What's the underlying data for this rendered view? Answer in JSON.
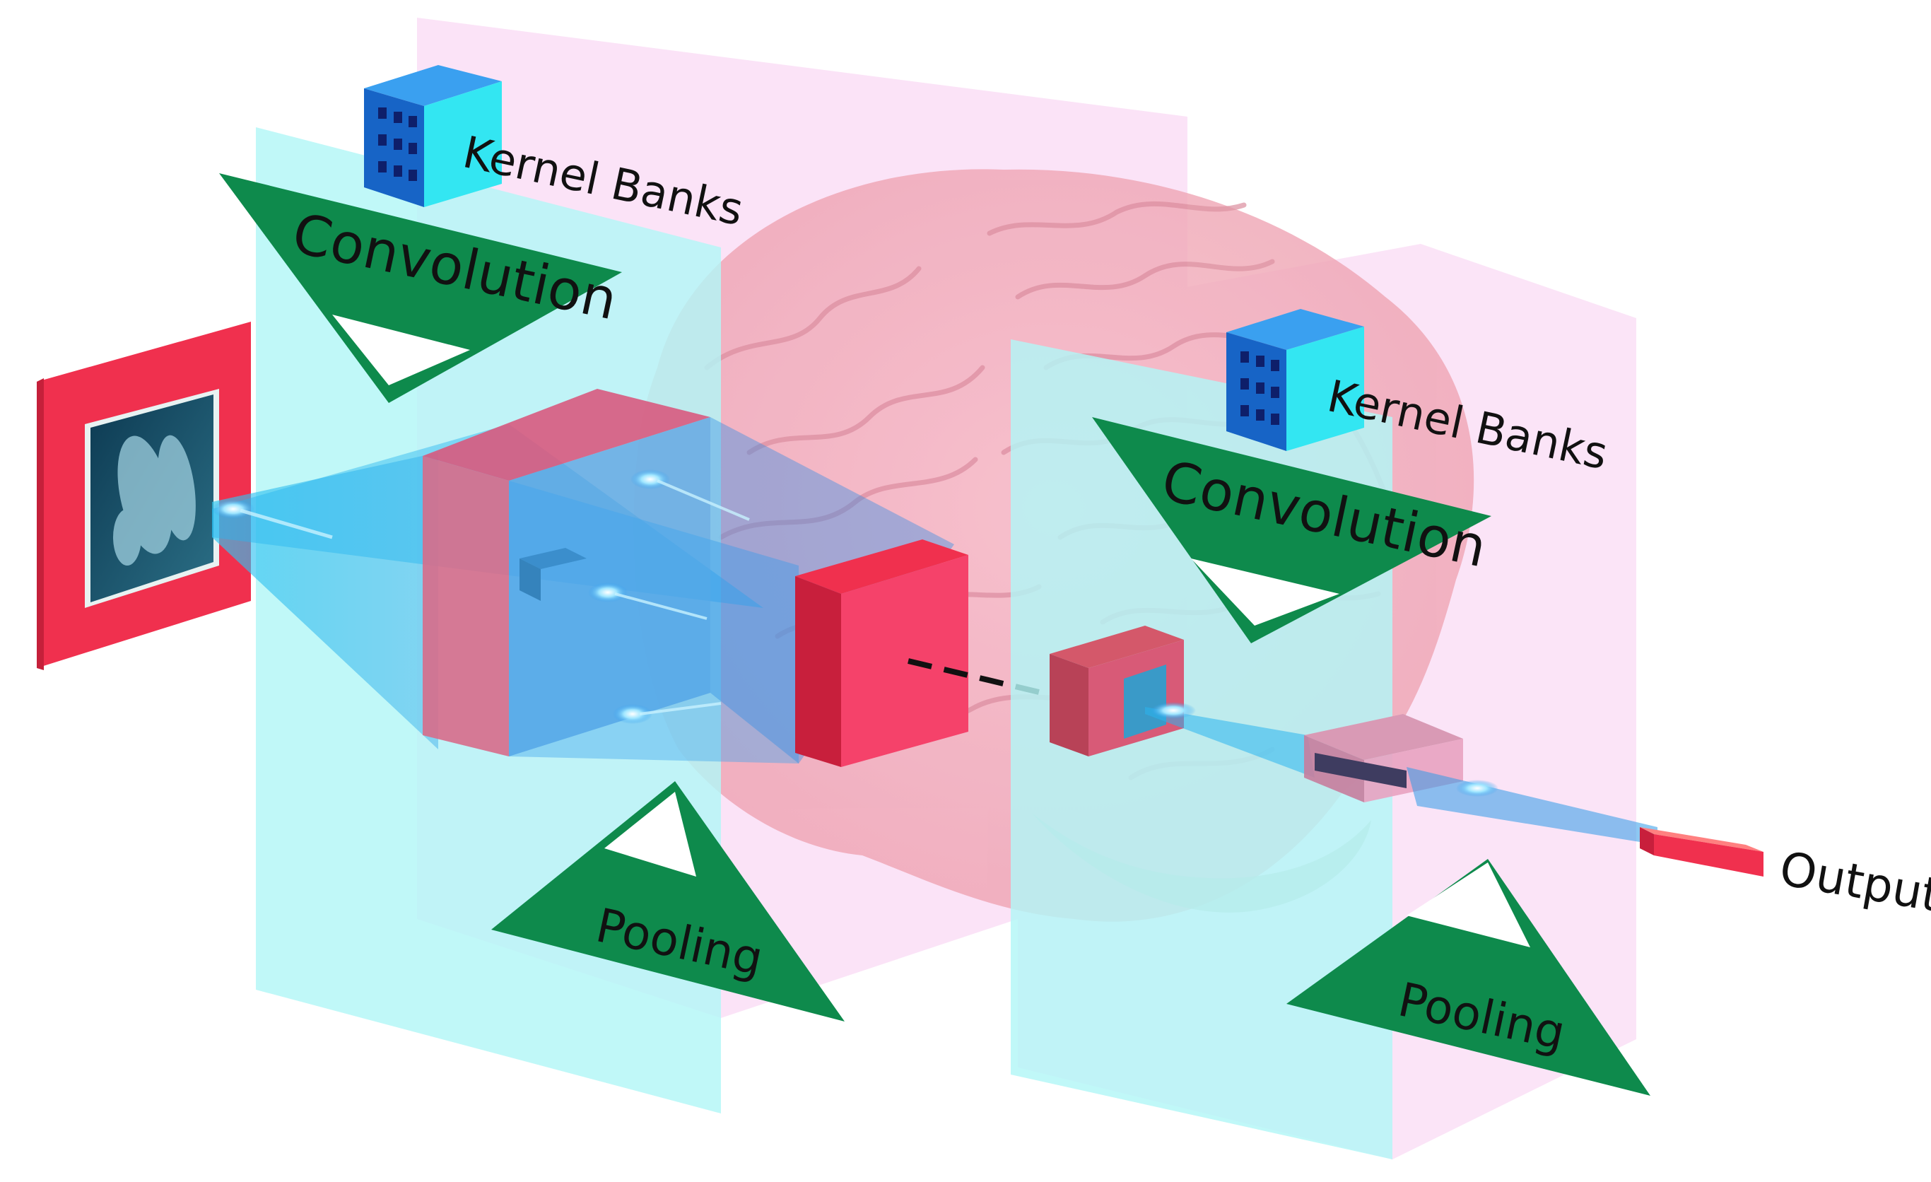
{
  "labels": {
    "kernel_banks_1": "Kernel Banks",
    "kernel_banks_2": "Kernel Banks",
    "convolution_1": "Convolution",
    "convolution_2": "Convolution",
    "pooling_1": "Pooling",
    "pooling_2": "Pooling",
    "output": "Output"
  },
  "colors": {
    "cyan_panel": "#b2f7f7",
    "pink_panel": "#fbe3f7",
    "triangle_green": "#0e8a4c",
    "block_red": "#f0304e",
    "kernel_blue": "#1e73d8",
    "brain_pink": "#f2a8b6"
  }
}
